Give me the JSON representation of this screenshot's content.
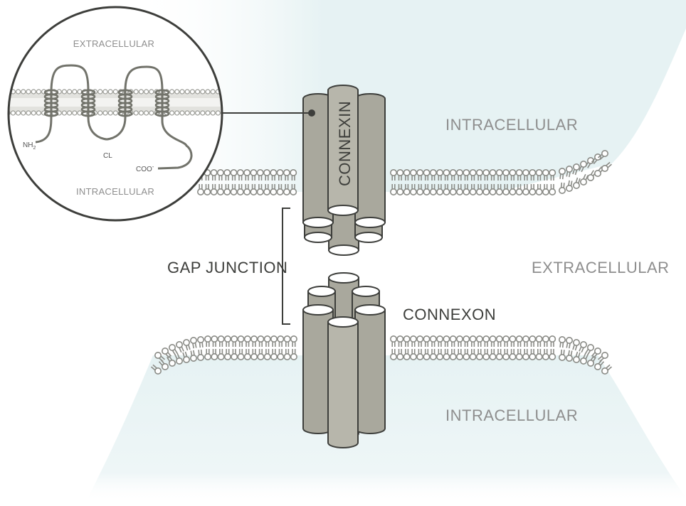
{
  "labels": {
    "intracellular_top": "INTRACELLULAR",
    "extracellular_middle": "EXTRACELLULAR",
    "intracellular_bottom": "INTRACELLULAR",
    "gap_junction": "GAP JUNCTION",
    "connexon": "CONNEXON",
    "connexin": "CONNEXIN"
  },
  "inset": {
    "extracellular": "EXTRACELLULAR",
    "intracellular": "INTRACELLULAR",
    "n_terminus": "NH",
    "n_terminus_sub": "2",
    "cytoplasmic_loop": "CL",
    "c_terminus": "COO",
    "c_terminus_sup": "-"
  },
  "colors": {
    "cell_fill": "#e8f3f4",
    "cylinder_fill": "#a9a89d",
    "cylinder_front": "#b7b6ab",
    "cylinder_stroke": "#3d3e3b",
    "lipid_fill": "#ffffff",
    "lipid_stroke": "#8a8b86"
  }
}
